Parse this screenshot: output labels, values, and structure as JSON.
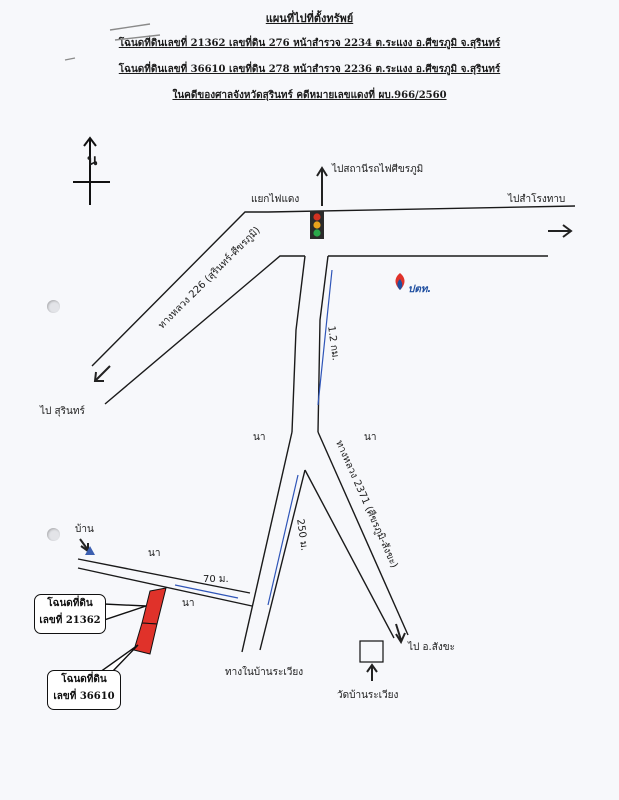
{
  "header": {
    "title": "แผนที่ไปที่ตั้งทรัพย์",
    "line1": "โฉนดที่ดินเลขที่ 21362 เลขที่ดิน 276 หน้าสำรวจ 2234 ต.ระแงง อ.ศีขรภูมิ จ.สุรินทร์",
    "line2": "โฉนดที่ดินเลขที่ 36610 เลขที่ดิน 278 หน้าสำรวจ 2236 ต.ระแงง อ.ศีขรภูมิ จ.สุรินทร์",
    "line3": "ในคดีของศาลจังหวัดสุรินทร์ คดีหมายเลขแดงที่ ผบ.966/2560"
  },
  "north_label": "น",
  "labels": {
    "to_station": "ไปสถานีรถไฟศีขรภูมิ",
    "traffic_light": "แยกไฟแดง",
    "to_samrong": "ไปสำโรงทาบ",
    "hwy226": "ทางหลวง 226 (สุรินทร์-ศีขรภูมิ)",
    "to_surin": "ไป สุรินทร์",
    "dist_1_2km": "1.2 กม.",
    "field_left": "นา",
    "field_right": "นา",
    "hwy2371": "ทางหลวง 2371 (ศีขรภูมิ-สังขะ)",
    "house": "บ้าน",
    "field_house": "นา",
    "dist_250m": "250 ม.",
    "dist_70m": "70 ม.",
    "field_plot": "นา",
    "to_sangkha": "ไป อ.สังขะ",
    "village_road": "ทางในบ้านระเวียง",
    "temple": "วัดบ้านระเวียง",
    "ptt_logo": "ปตท."
  },
  "callouts": {
    "plot_21362": {
      "line1": "โฉนดที่ดิน",
      "line2": "เลขที่ 21362"
    },
    "plot_36610": {
      "line1": "โฉนดที่ดิน",
      "line2": "เลขที่ 36610"
    }
  },
  "colors": {
    "road": "#1a1a1a",
    "plot_fill": "#e0322a",
    "distance_line": "#2f55b8",
    "traffic_light_green": "#2aa84a",
    "traffic_light_amber": "#e8a21c",
    "traffic_light_red": "#d23222",
    "ptt_blue": "#1f4fa0",
    "house_marker": "#3c5fb0"
  }
}
